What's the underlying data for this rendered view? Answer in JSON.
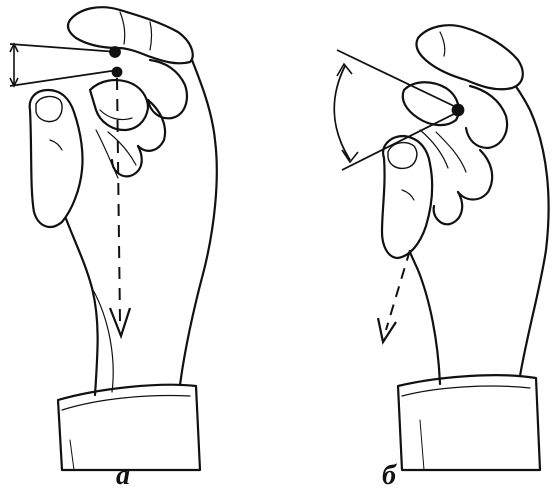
{
  "figure": {
    "panels": [
      {
        "id": "a",
        "label": "а"
      },
      {
        "id": "b",
        "label": "б"
      }
    ],
    "line_color": "#111111",
    "background": "#ffffff"
  }
}
